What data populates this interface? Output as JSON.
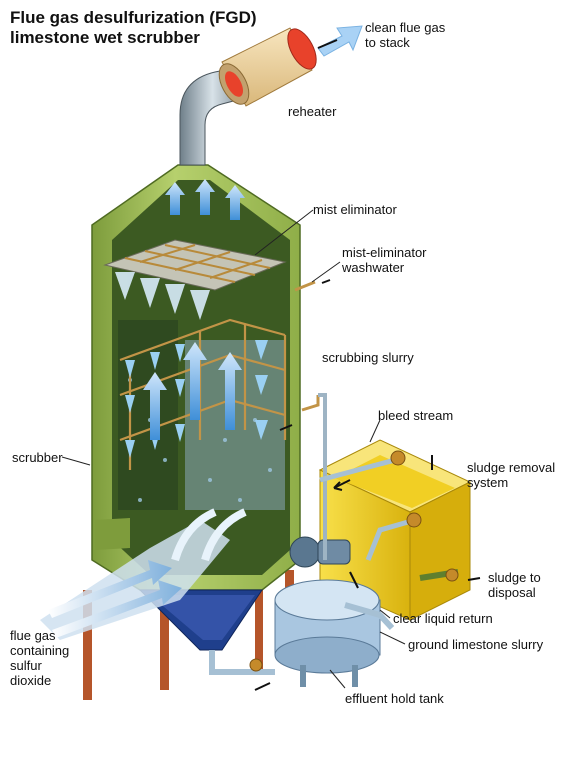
{
  "title": {
    "line1": "Flue gas desulfurization (FGD)",
    "line2": "limestone wet scrubber"
  },
  "labels": {
    "clean_gas": [
      "clean flue gas",
      "to stack"
    ],
    "reheater": "reheater",
    "mist_eliminator": "mist eliminator",
    "washwater": [
      "mist-eliminator",
      "washwater"
    ],
    "scrubbing_slurry": "scrubbing slurry",
    "bleed_stream": "bleed stream",
    "sludge_removal": [
      "sludge removal",
      "system"
    ],
    "scrubber": "scrubber",
    "sludge_disposal": [
      "sludge to",
      "disposal"
    ],
    "clear_liquid": "clear liquid return",
    "limestone_slurry": "ground limestone slurry",
    "flue_gas_in": [
      "flue gas",
      "containing",
      "sulfur",
      "dioxide"
    ],
    "effluent_tank": "effluent hold tank"
  },
  "colors": {
    "shell": "#aac764",
    "shell_dark": "#6f8f35",
    "pipe": "#b88a3a",
    "water": "#5aa8e8",
    "tank": "#f5d21f",
    "hold_tank": "#b9d3ea",
    "legs": "#b5552a"
  }
}
